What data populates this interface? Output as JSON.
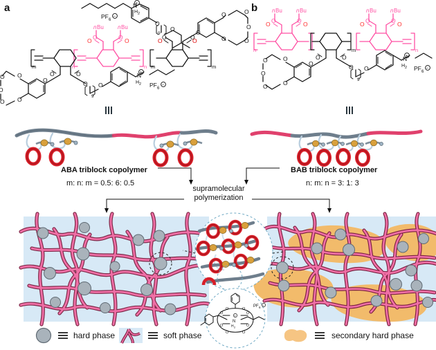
{
  "figure": {
    "type": "scheme",
    "description": "Two-panel scheme comparing ABA and BAB triblock copolymers and their supramolecular networks"
  },
  "panels": {
    "a": {
      "label": "a",
      "copolymer_name": "ABA triblock copolymer",
      "ratio": "m: n: m = 0.5: 6: 0.5",
      "equiv_symbol": "≡",
      "chemical_labels": {
        "side_chain": "nBu",
        "counterion": "PF6",
        "counterion_charge": "⊖",
        "ammonium": "N",
        "ammonium_h": "H2",
        "ammonium_charge": "⊕",
        "oxygen": "O",
        "block_a_index": "m",
        "block_b_index": "n",
        "spacer_index": "9"
      }
    },
    "b": {
      "label": "b",
      "copolymer_name": "BAB triblock copolymer",
      "ratio": "n: m: n = 3: 1: 3",
      "equiv_symbol": "≡",
      "chemical_labels": {
        "side_chain": "nBu",
        "counterion": "PF6",
        "counterion_charge": "⊖",
        "ammonium": "N",
        "ammonium_h": "H2",
        "ammonium_charge": "⊕",
        "oxygen": "O",
        "block_a_index": "m",
        "block_b_index": "n",
        "spacer_index": "9"
      }
    }
  },
  "center": {
    "process_line1": "supramolecular",
    "process_line2": "polymerization"
  },
  "inset": {
    "counterion": "PF6",
    "counterion_charge": "⊖",
    "ammonium_charge": "⊕",
    "ammonium_h": "H2",
    "oxygen": "O"
  },
  "legend": {
    "items": [
      {
        "name": "hard phase",
        "label": "hard phase",
        "equiv": "≡",
        "color": "#a9b3bb"
      },
      {
        "name": "soft phase",
        "label": "soft phase",
        "equiv": "≡",
        "color": "#e8568f"
      },
      {
        "name": "secondary hard phase",
        "label": "secondary hard phase",
        "equiv": "≡",
        "color": "#f2bb6b"
      }
    ]
  },
  "colors": {
    "pink_block": "#ff4fa3",
    "network_strand": "#e8568f",
    "network_background": "#d7e9f6",
    "hard_node": "#a9b3bb",
    "secondary_phase": "#f2bb6b",
    "backbone_gray": "#6e7e8c",
    "crown_ring_red": "#d81e28",
    "bead_gold": "#d9a03c",
    "dashed_teal": "#6fa9c4",
    "ink": "#111111"
  }
}
